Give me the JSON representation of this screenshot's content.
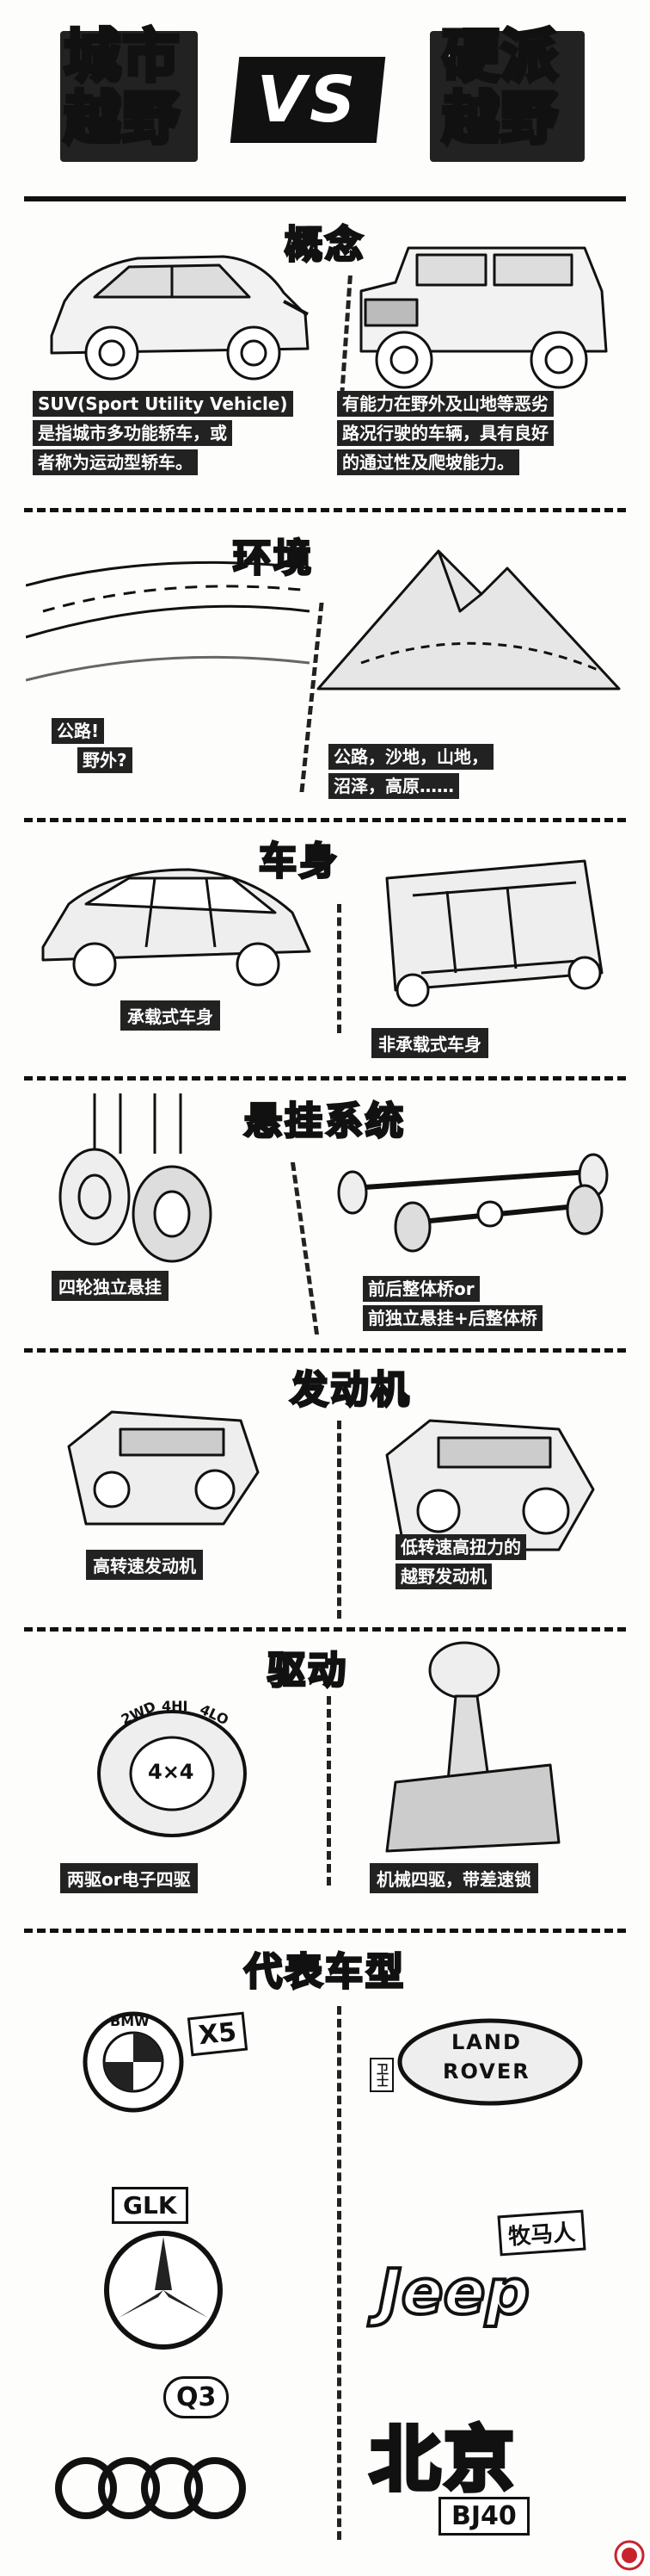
{
  "header": {
    "left_top": "城市",
    "left_bottom": "越野",
    "vs": "VS",
    "right_top": "硬派",
    "right_bottom": "越野"
  },
  "sections": {
    "concept": {
      "title": "概念",
      "left_line1": "SUV(Sport Utility Vehicle)",
      "left_line2": "是指城市多功能轿车，或",
      "left_line3": "者称为运动型轿车。",
      "right_line1": "有能力在野外及山地等恶劣",
      "right_line2": "路况行驶的车辆，具有良好",
      "right_line3": "的通过性及爬坡能力。"
    },
    "environment": {
      "title": "环境",
      "left_line1": "公路!",
      "left_line2": "野外?",
      "right_line1": "公路，沙地，山地，",
      "right_line2": "沼泽，高原……"
    },
    "body": {
      "title": "车身",
      "left_label": "承载式车身",
      "right_label": "非承载式车身"
    },
    "suspension": {
      "title": "悬挂系统",
      "left_label": "四轮独立悬挂",
      "right_line1": "前后整体桥or",
      "right_line2": "前独立悬挂+后整体桥"
    },
    "engine": {
      "title": "发动机",
      "left_label": "高转速发动机",
      "right_line1": "低转速高扭力的",
      "right_line2": "越野发动机"
    },
    "drive": {
      "title": "驱动",
      "knob_2wd": "2WD",
      "knob_4hi": "4HI",
      "knob_4lo": "4LO",
      "knob_center": "4×4",
      "left_label": "两驱or电子四驱",
      "right_label": "机械四驱，带差速锁"
    },
    "models": {
      "title": "代表车型",
      "bmw": "BMW",
      "bmw_model": "X5",
      "land": "LAND",
      "rover": "ROVER",
      "benz_model": "GLK",
      "jeep": "Jeep",
      "jeep_model": "牧马人",
      "audi_model": "Q3",
      "beijing": "北京",
      "beijing_model": "BJ40",
      "rover_sign": "卫士"
    }
  },
  "colors": {
    "ink": "#111111",
    "paper": "#fdfdfc",
    "seal": "#c8232c"
  }
}
